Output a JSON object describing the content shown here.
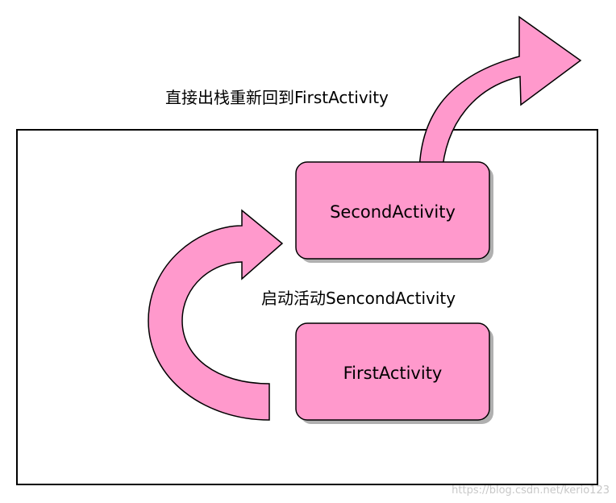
{
  "top_caption": "直接出栈重新回到FirstActivity",
  "middle_caption": "启动活动SencondActivity",
  "second_activity_label": "SecondActivity",
  "first_activity_label": "FirstActivity",
  "watermark": "https://blog.csdn.net/kerio123",
  "colors": {
    "box_fill": "#ff99cc",
    "arrow_fill": "#ff99cc",
    "stroke": "#000000",
    "shadow": "#b0b0b0"
  }
}
